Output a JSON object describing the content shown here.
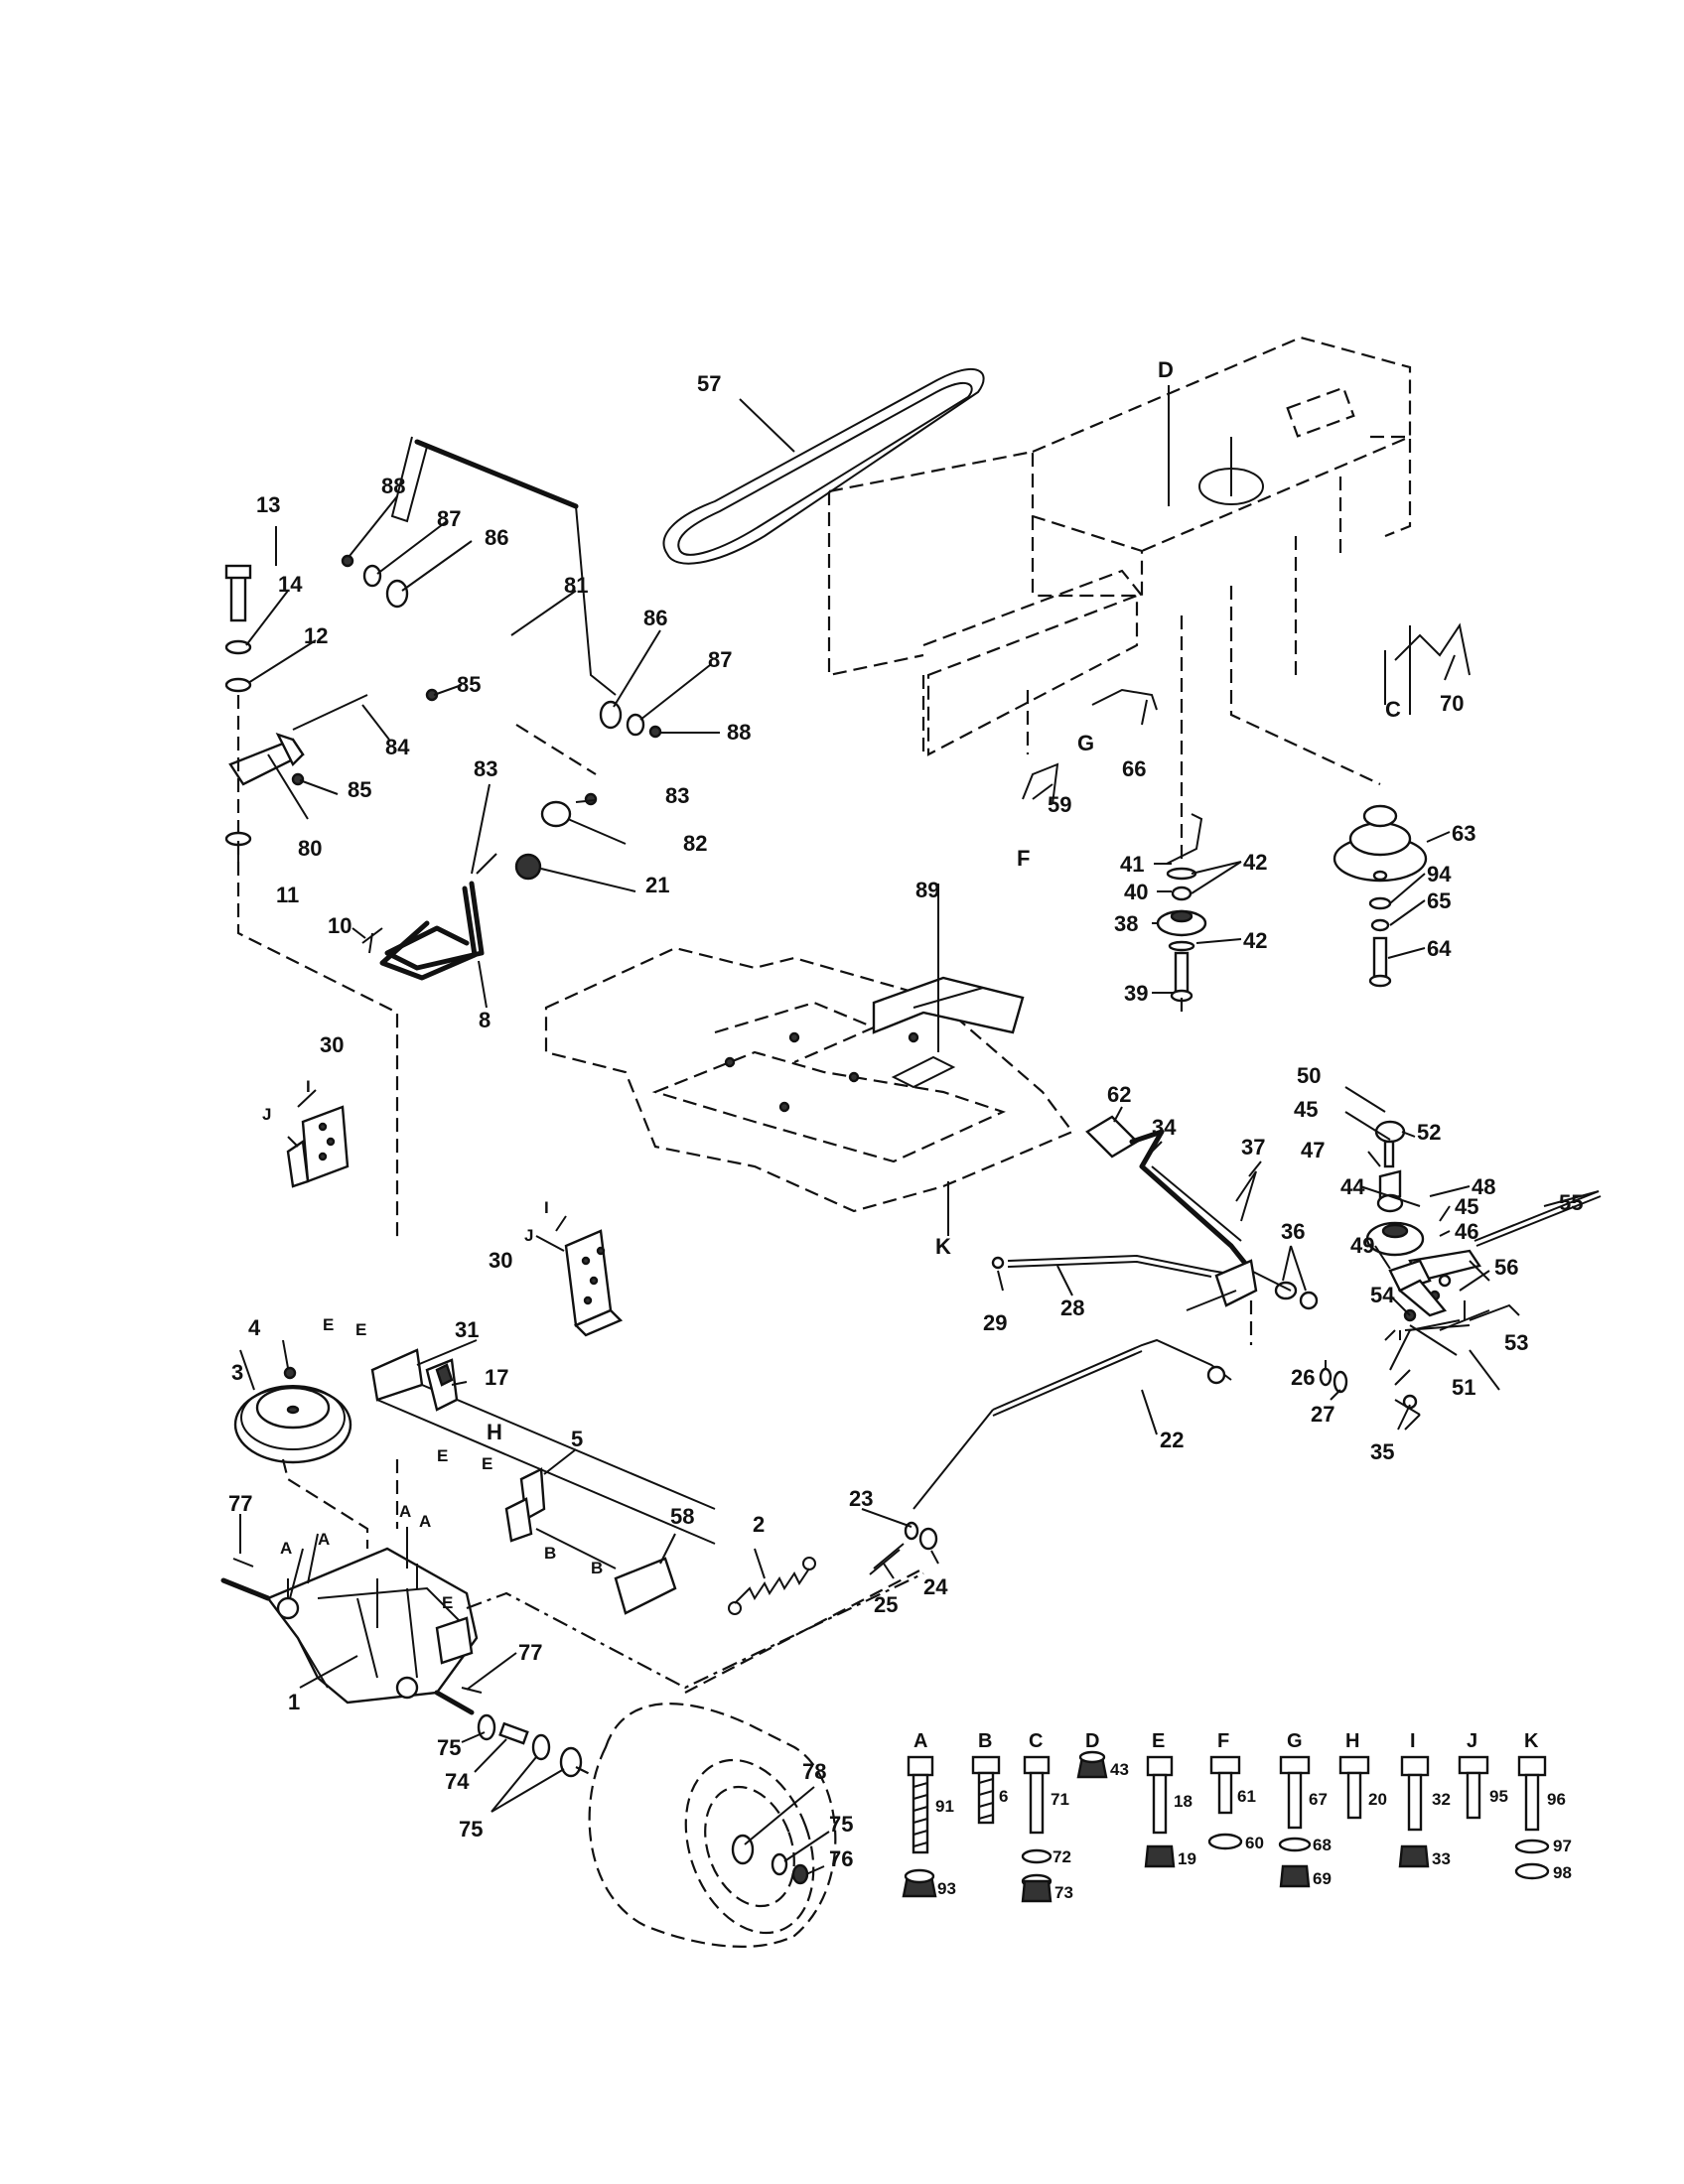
{
  "callouts": [
    "57",
    "D",
    "13",
    "88",
    "87",
    "86",
    "81",
    "14",
    "12",
    "86",
    "87",
    "88",
    "85",
    "84",
    "80",
    "85",
    "11",
    "83",
    "83",
    "82",
    "21",
    "10",
    "8",
    "66",
    "59",
    "F",
    "G",
    "C",
    "70",
    "41",
    "42",
    "40",
    "38",
    "42",
    "39",
    "63",
    "94",
    "65",
    "64",
    "89",
    "K",
    "62",
    "34",
    "37",
    "50",
    "45",
    "52",
    "47",
    "44",
    "48",
    "55",
    "45",
    "46",
    "49",
    "56",
    "36",
    "28",
    "29",
    "54",
    "51",
    "53",
    "26",
    "27",
    "35",
    "22",
    "30",
    "30",
    "I",
    "J",
    "I",
    "J",
    "31",
    "E",
    "E",
    "17",
    "H",
    "4",
    "3",
    "5",
    "E",
    "E",
    "58",
    "B",
    "B",
    "2",
    "23",
    "24",
    "25",
    "77",
    "A",
    "A",
    "A",
    "A",
    "E",
    "77",
    "1",
    "75",
    "74",
    "75",
    "78",
    "75",
    "76"
  ],
  "hardware_key": [
    {
      "letter": "A",
      "bolt": "91",
      "nut": "93",
      "washer": ""
    },
    {
      "letter": "B",
      "bolt": "6",
      "nut": "",
      "washer": ""
    },
    {
      "letter": "C",
      "bolt": "71",
      "nut": "73",
      "washer": "72"
    },
    {
      "letter": "D",
      "bolt": "",
      "nut": "43",
      "washer": ""
    },
    {
      "letter": "E",
      "bolt": "18",
      "nut": "19",
      "washer": ""
    },
    {
      "letter": "F",
      "bolt": "61",
      "nut": "",
      "washer": "60"
    },
    {
      "letter": "G",
      "bolt": "67",
      "nut": "69",
      "washer": "68"
    },
    {
      "letter": "H",
      "bolt": "20",
      "nut": "",
      "washer": ""
    },
    {
      "letter": "I",
      "bolt": "32",
      "nut": "33",
      "washer": ""
    },
    {
      "letter": "J",
      "bolt": "95",
      "nut": "",
      "washer": ""
    },
    {
      "letter": "K",
      "bolt": "96",
      "nut": "98",
      "washer": "97"
    }
  ]
}
